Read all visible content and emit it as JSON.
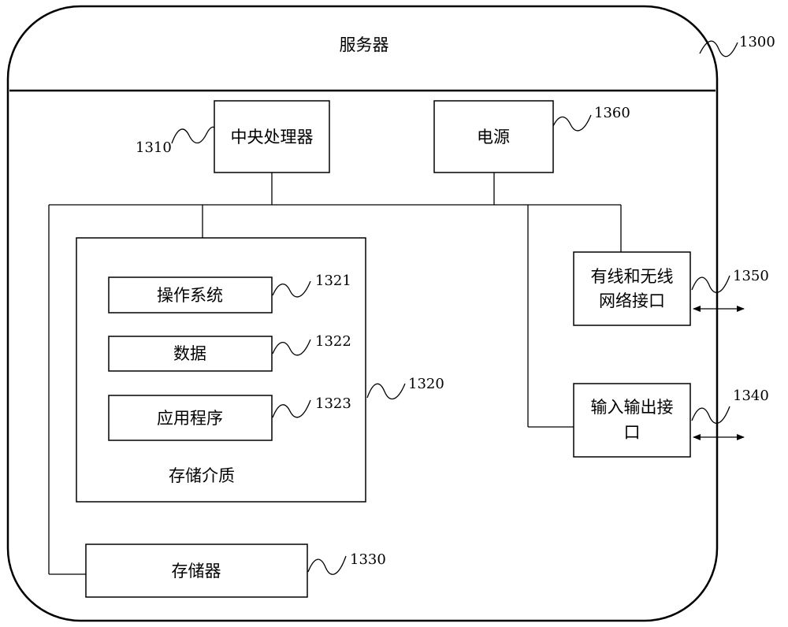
{
  "server": {
    "title": "服务器",
    "ref": "1300"
  },
  "cpu": {
    "label": "中央处理器",
    "ref": "1310"
  },
  "power": {
    "label": "电源",
    "ref": "1360"
  },
  "storage_medium": {
    "label": "存储介质",
    "ref": "1320",
    "items": [
      {
        "label": "操作系统",
        "ref": "1321"
      },
      {
        "label": "数据",
        "ref": "1322"
      },
      {
        "label": "应用程序",
        "ref": "1323"
      }
    ]
  },
  "network_interface": {
    "label_line1": "有线和无线",
    "label_line2": "网络接口",
    "ref": "1350"
  },
  "io_interface": {
    "label_line1": "输入输出接",
    "label_line2": "口",
    "ref": "1340"
  },
  "memory": {
    "label": "存储器",
    "ref": "1330"
  }
}
